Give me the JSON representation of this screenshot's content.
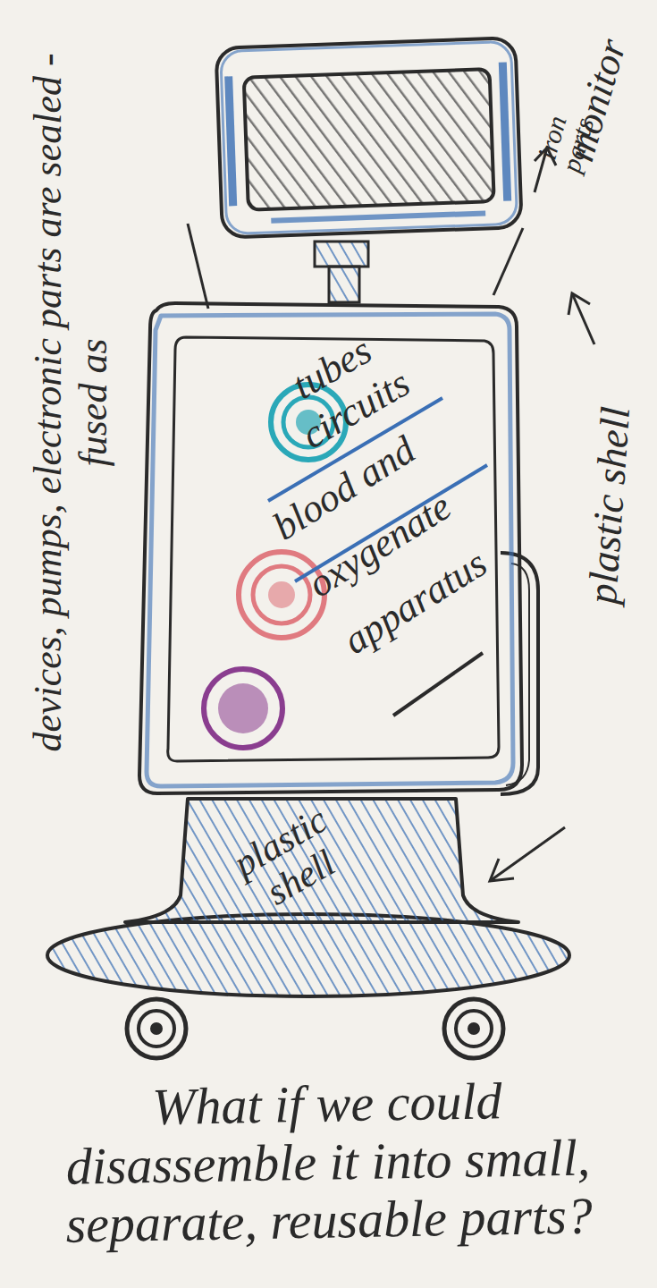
{
  "diagram": {
    "caption": "What if we could disassemble it into small, separate, reusable parts?",
    "nodes": [
      {
        "text": [
          "tubes circuits",
          "blood and oxygenate apparatus"
        ]
      },
      {
        "text": [
          "plastic shell"
        ]
      }
    ],
    "labels": [
      "monitor",
      "iron parts",
      "devices, pumps, electronic parts are sealed - fused as",
      "plastic shell"
    ]
  }
}
